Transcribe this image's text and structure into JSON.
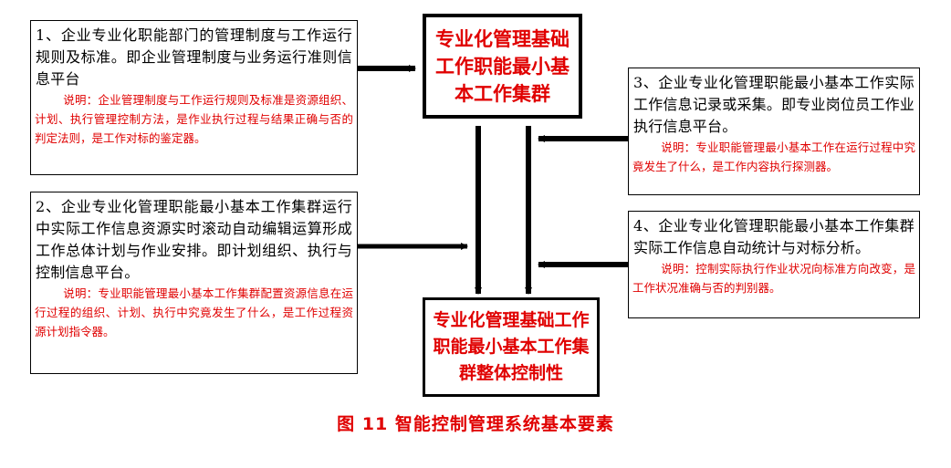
{
  "top_box": {
    "text": "专业化管理基础工作职能最小基本工作集群"
  },
  "bottom_box": {
    "text": "专业化管理基础工作职能最小基本工作集群整体控制性"
  },
  "box1": {
    "text": "1、企业专业化职能部门的管理制度与工作运行规则及标准。即企业管理制度与业务运行准则信息平台",
    "note": "说明：企业管理制度与工作运行规则及标准是资源组织、计划、执行管理控制方法，是作业执行过程与结果正确与否的判定法则，是工作对标的鉴定器。"
  },
  "box2": {
    "text": "2、企业专业化管理职能最小基本工作集群运行中实际工作信息资源实时滚动自动编辑运算形成工作总体计划与作业安排。即计划组织、执行与控制信息平台。",
    "note": "说明：专业职能管理最小基本工作集群配置资源信息在运行过程的组织、计划、执行中究竟发生了什么，是工作过程资源计划指令器。"
  },
  "box3": {
    "text": "3、企业专业化管理职能最小基本工作实际工作信息记录或采集。即专业岗位员工作业执行信息平台。",
    "note": "说明：专业职能管理最小基本工作在运行过程中究竟发生了什么，是工作内容执行探测器。"
  },
  "box4": {
    "text": "4、企业专业化管理职能最小基本工作集群实际工作信息自动统计与对标分析。",
    "note": "说明：控制实际执行作业状况向标准方向改变，是工作状况准确与否的判别器。"
  },
  "caption": "图 11  智能控制管理系统基本要素",
  "colors": {
    "accent_red": "#e00000",
    "text": "#000000",
    "border": "#000000"
  }
}
